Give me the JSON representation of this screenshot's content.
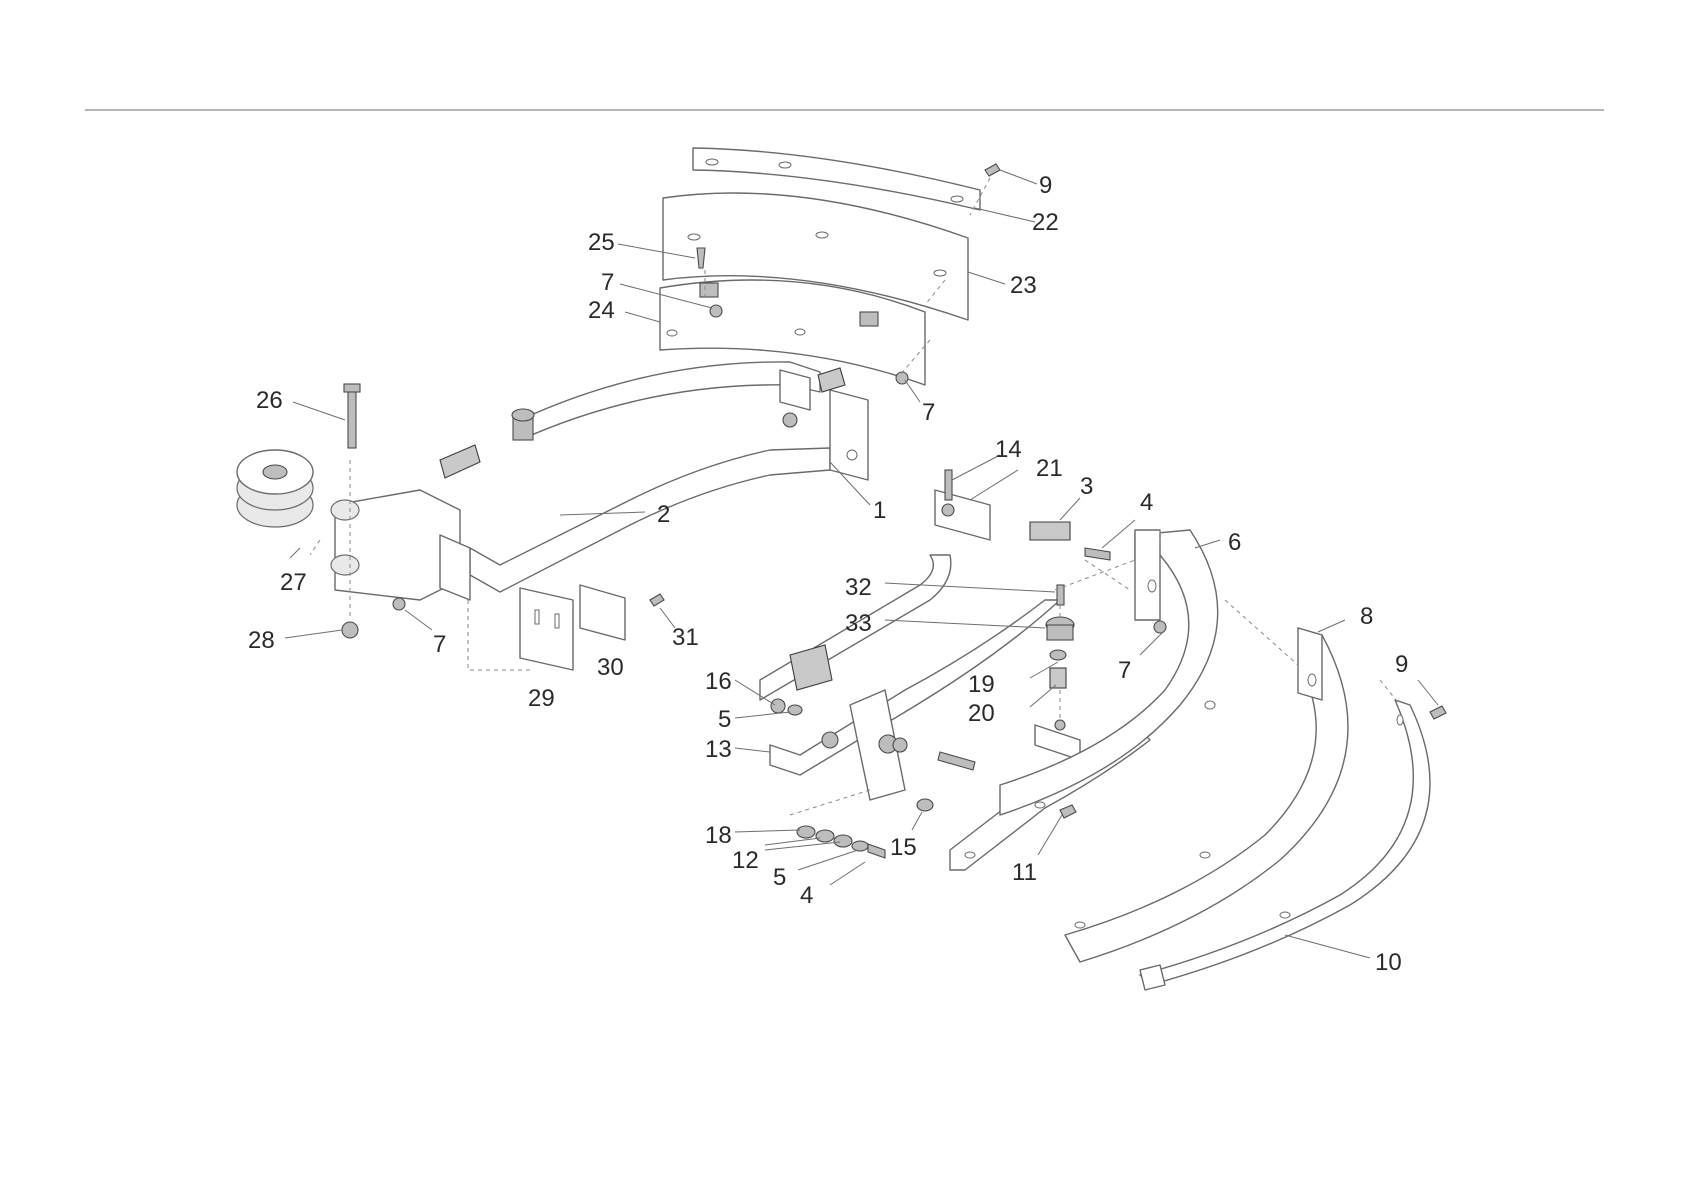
{
  "callouts": [
    {
      "id": "c9a",
      "text": "9"
    },
    {
      "id": "c22",
      "text": "22"
    },
    {
      "id": "c25",
      "text": "25"
    },
    {
      "id": "c23",
      "text": "23"
    },
    {
      "id": "c7a",
      "text": "7"
    },
    {
      "id": "c24",
      "text": "24"
    },
    {
      "id": "c7b",
      "text": "7"
    },
    {
      "id": "c26",
      "text": "26"
    },
    {
      "id": "c14",
      "text": "14"
    },
    {
      "id": "c21",
      "text": "21"
    },
    {
      "id": "c3",
      "text": "3"
    },
    {
      "id": "c4a",
      "text": "4"
    },
    {
      "id": "c1",
      "text": "1"
    },
    {
      "id": "c2",
      "text": "2"
    },
    {
      "id": "c6",
      "text": "6"
    },
    {
      "id": "c27",
      "text": "27"
    },
    {
      "id": "c32",
      "text": "32"
    },
    {
      "id": "c33",
      "text": "33"
    },
    {
      "id": "c8",
      "text": "8"
    },
    {
      "id": "c28",
      "text": "28"
    },
    {
      "id": "c7c",
      "text": "7"
    },
    {
      "id": "c31",
      "text": "31"
    },
    {
      "id": "c30",
      "text": "30"
    },
    {
      "id": "c7d",
      "text": "7"
    },
    {
      "id": "c9b",
      "text": "9"
    },
    {
      "id": "c29",
      "text": "29"
    },
    {
      "id": "c16",
      "text": "16"
    },
    {
      "id": "c19",
      "text": "19"
    },
    {
      "id": "c5a",
      "text": "5"
    },
    {
      "id": "c20",
      "text": "20"
    },
    {
      "id": "c13",
      "text": "13"
    },
    {
      "id": "c18",
      "text": "18"
    },
    {
      "id": "c15",
      "text": "15"
    },
    {
      "id": "c12",
      "text": "12"
    },
    {
      "id": "c5b",
      "text": "5"
    },
    {
      "id": "c11",
      "text": "11"
    },
    {
      "id": "c4b",
      "text": "4"
    },
    {
      "id": "c10",
      "text": "10"
    }
  ]
}
